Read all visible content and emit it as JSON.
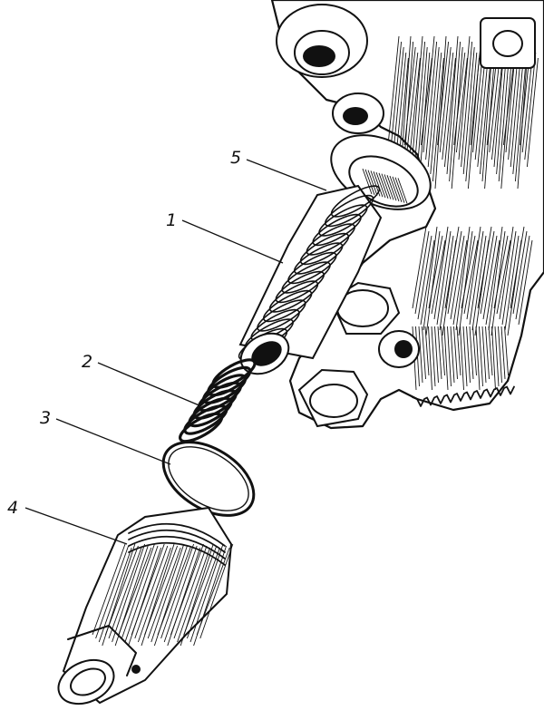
{
  "diagram": {
    "callouts": [
      {
        "id": "label-1",
        "text": "1"
      },
      {
        "id": "label-2",
        "text": "2"
      },
      {
        "id": "label-3",
        "text": "3"
      },
      {
        "id": "label-4",
        "text": "4"
      },
      {
        "id": "label-5",
        "text": "5"
      }
    ]
  },
  "colors": {
    "ink": "#111111",
    "paper": "#ffffff"
  }
}
